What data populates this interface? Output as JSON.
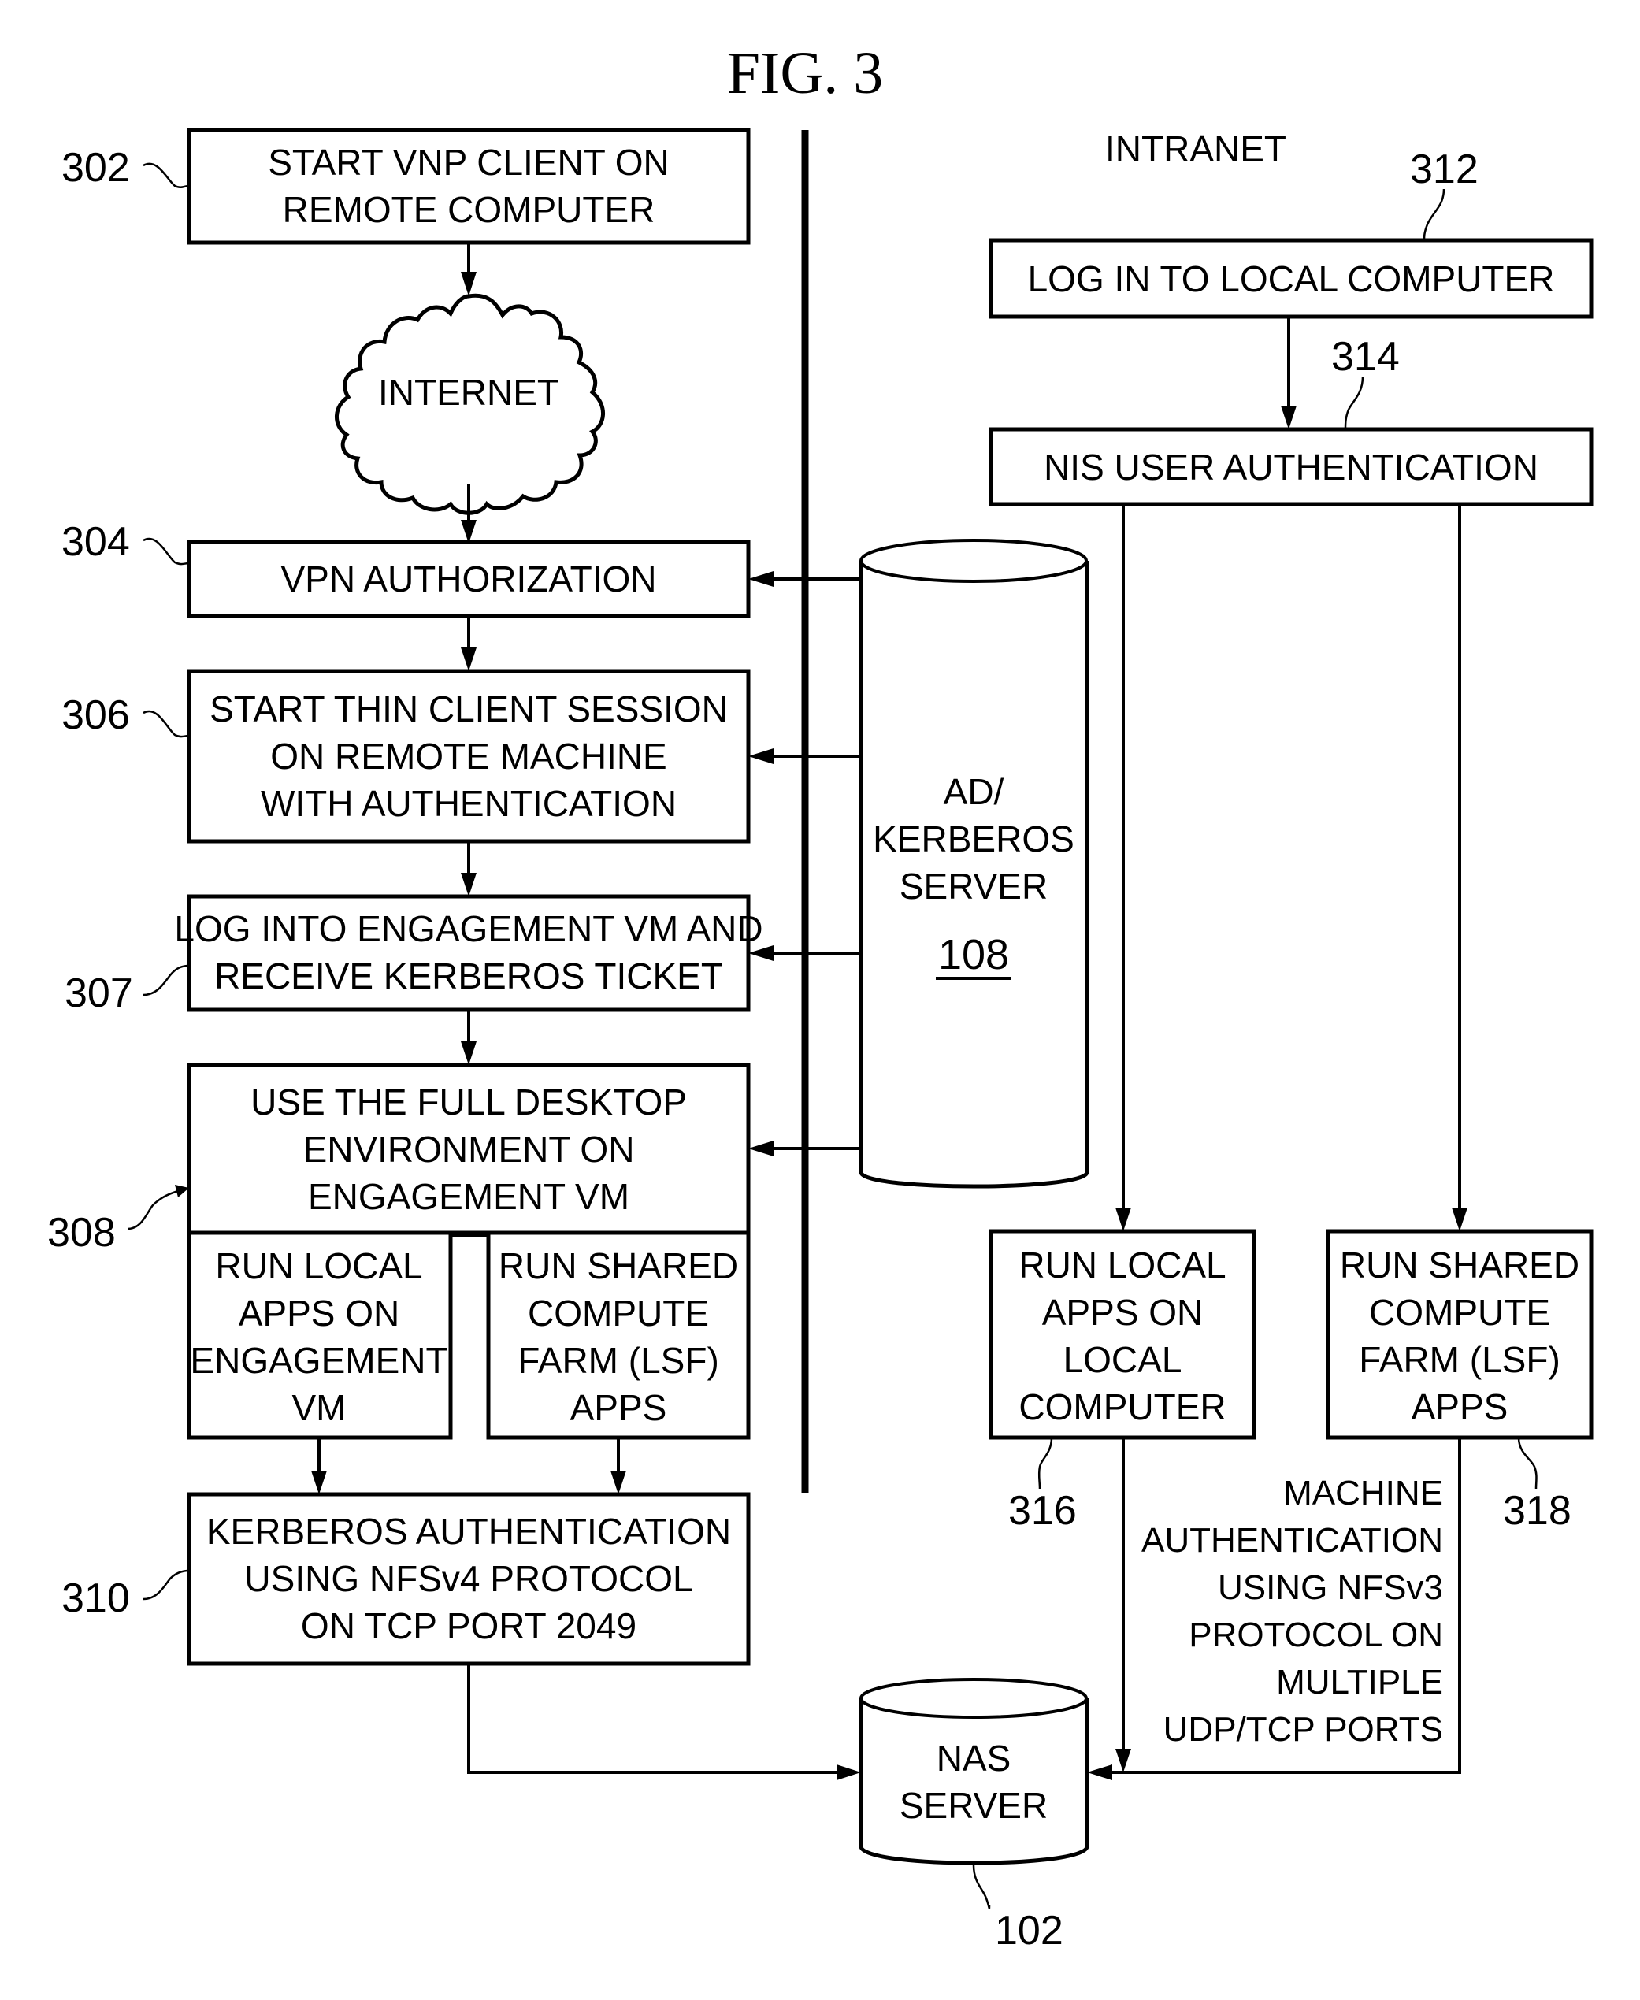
{
  "figure": {
    "title": "FIG. 3",
    "zone_label_intranet": "INTRANET"
  },
  "colors": {
    "ink": "#000000",
    "background": "#ffffff"
  },
  "steps": {
    "s302": {
      "ref": "302",
      "lines": [
        "START VNP CLIENT ON",
        "REMOTE COMPUTER"
      ]
    },
    "internet": {
      "lines": [
        "INTERNET"
      ]
    },
    "s304": {
      "ref": "304",
      "lines": [
        "VPN AUTHORIZATION"
      ]
    },
    "s306": {
      "ref": "306",
      "lines": [
        "START THIN CLIENT SESSION",
        "ON REMOTE MACHINE",
        "WITH AUTHENTICATION"
      ]
    },
    "s307": {
      "ref": "307",
      "lines": [
        "LOG INTO ENGAGEMENT VM AND",
        "RECEIVE KERBEROS TICKET"
      ]
    },
    "s308": {
      "ref": "308",
      "lines": [
        "USE THE FULL DESKTOP",
        "ENVIRONMENT ON",
        "ENGAGEMENT VM"
      ],
      "sub_left": [
        "RUN LOCAL",
        "APPS ON",
        "ENGAGEMENT",
        "VM"
      ],
      "sub_right": [
        "RUN SHARED",
        "COMPUTE",
        "FARM (LSF)",
        "APPS"
      ]
    },
    "s310": {
      "ref": "310",
      "lines": [
        "KERBEROS AUTHENTICATION",
        "USING NFSv4 PROTOCOL",
        "ON TCP PORT 2049"
      ]
    },
    "s312": {
      "ref": "312",
      "lines": [
        "LOG IN TO LOCAL COMPUTER"
      ]
    },
    "s314": {
      "ref": "314",
      "lines": [
        "NIS USER AUTHENTICATION"
      ]
    },
    "s316": {
      "ref": "316",
      "lines": [
        "RUN LOCAL",
        "APPS ON",
        "LOCAL",
        "COMPUTER"
      ]
    },
    "s318": {
      "ref": "318",
      "lines": [
        "RUN SHARED",
        "COMPUTE",
        "FARM (LSF)",
        "APPS"
      ]
    }
  },
  "servers": {
    "ad": {
      "ref": "108",
      "lines": [
        "AD/",
        "KERBEROS",
        "SERVER"
      ]
    },
    "nas": {
      "ref": "102",
      "lines": [
        "NAS",
        "SERVER"
      ]
    }
  },
  "annotations": {
    "nfsv3": [
      "MACHINE",
      "AUTHENTICATION",
      "USING NFSv3",
      "PROTOCOL ON",
      "MULTIPLE",
      "UDP/TCP PORTS"
    ]
  }
}
